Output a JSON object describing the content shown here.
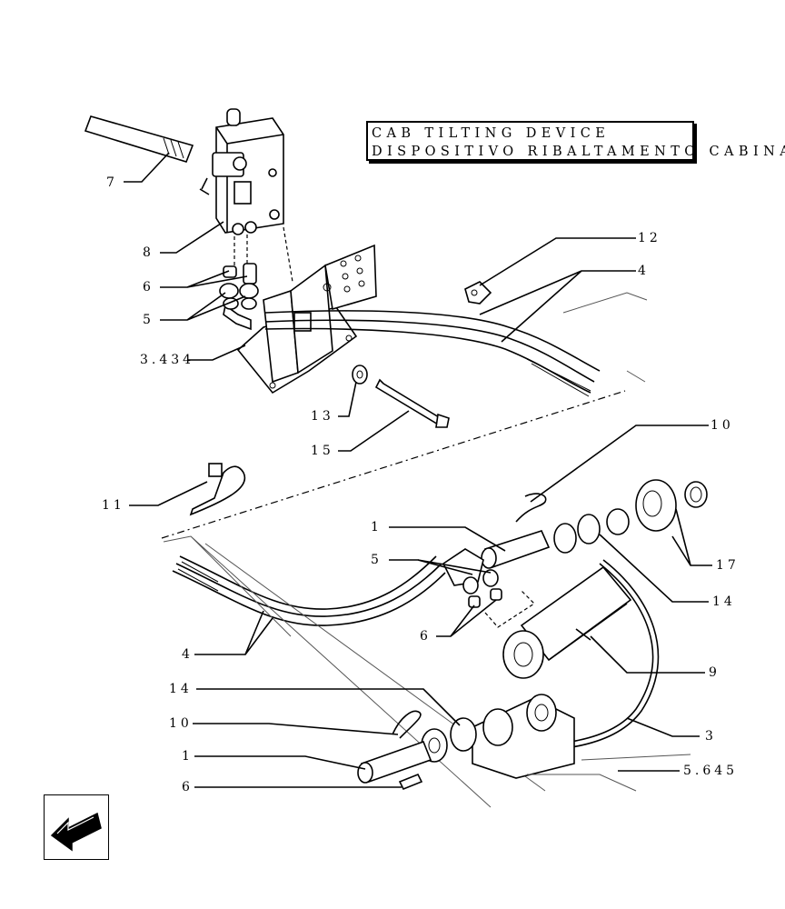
{
  "title": {
    "line1": "CAB TILTING DEVICE",
    "line2": "DISPOSITIVO RIBALTAMENTO CABINA"
  },
  "callouts": {
    "c7": "7",
    "c8": "8",
    "c6a": "6",
    "c5a": "5",
    "c3434": "3.434",
    "c12": "12",
    "c4a": "4",
    "c13": "13",
    "c15": "15",
    "c10a": "10",
    "c11": "11",
    "c1a": "1",
    "c5b": "5",
    "c17": "17",
    "c14a": "14",
    "c6b": "6",
    "c4b": "4",
    "c9": "9",
    "c14b": "14",
    "c10b": "10",
    "c3": "3",
    "c1b": "1",
    "c5645": "5.645",
    "c6c": "6"
  },
  "icons": {
    "nav": "back-arrow-icon"
  }
}
